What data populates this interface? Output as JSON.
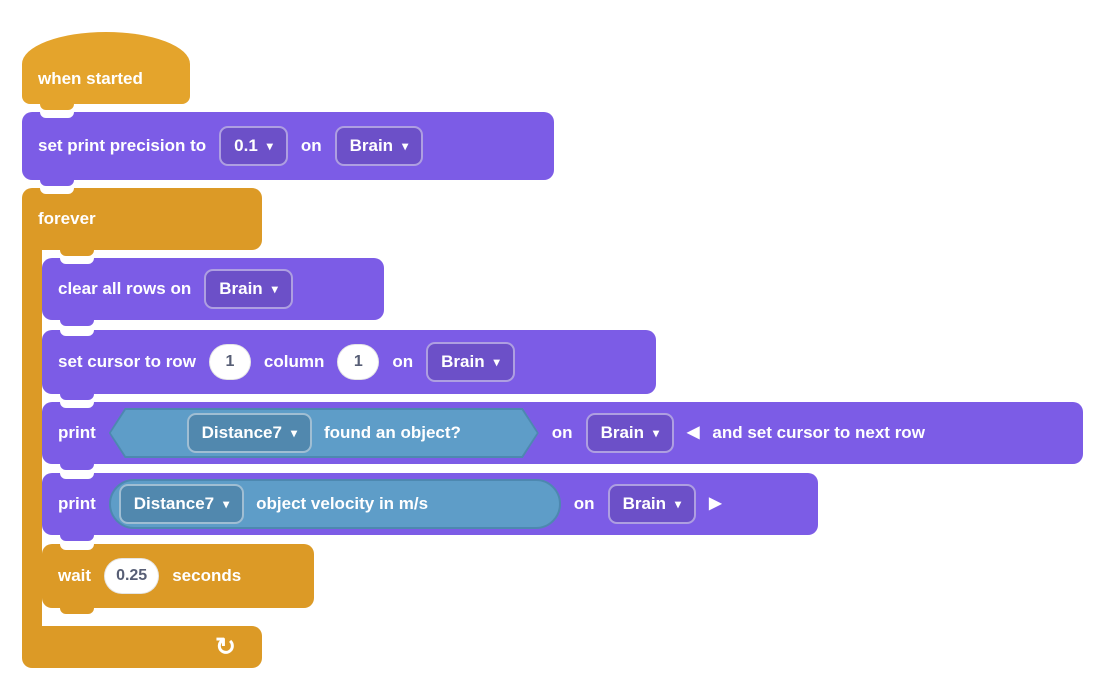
{
  "colors": {
    "canvas-bg": "#FFFFFF",
    "event-yellow": "#E4A42C",
    "control-orange": "#DC9A26",
    "print-purple": "#7C5CE6",
    "sensing-blue": "#5E9DC8",
    "sensing-blue-border": "#4D88B0",
    "input-text": "#575E75"
  },
  "icons": {
    "dropdown_caret": "▾",
    "collapse_left": "◀",
    "expand_right": "▶",
    "loop_arrow": "↻"
  },
  "blocks": {
    "when_started": {
      "label": "when started"
    },
    "set_print_precision": {
      "text": "set print precision to",
      "precision": "0.1",
      "on": "on",
      "device": "Brain"
    },
    "forever": {
      "label": "forever"
    },
    "clear_all_rows": {
      "text": "clear all rows on",
      "device": "Brain"
    },
    "set_cursor": {
      "text_row": "set cursor to row",
      "row": "1",
      "text_column": "column",
      "column": "1",
      "on": "on",
      "device": "Brain"
    },
    "print_found_object": {
      "text_print": "print",
      "sensor": "Distance7",
      "condition": "found an object?",
      "on": "on",
      "device": "Brain",
      "suffix": "and set cursor to next row"
    },
    "print_velocity": {
      "text_print": "print",
      "sensor": "Distance7",
      "reporter": "object velocity in m/s",
      "on": "on",
      "device": "Brain"
    },
    "wait": {
      "text": "wait",
      "duration": "0.25",
      "unit": "seconds"
    }
  }
}
